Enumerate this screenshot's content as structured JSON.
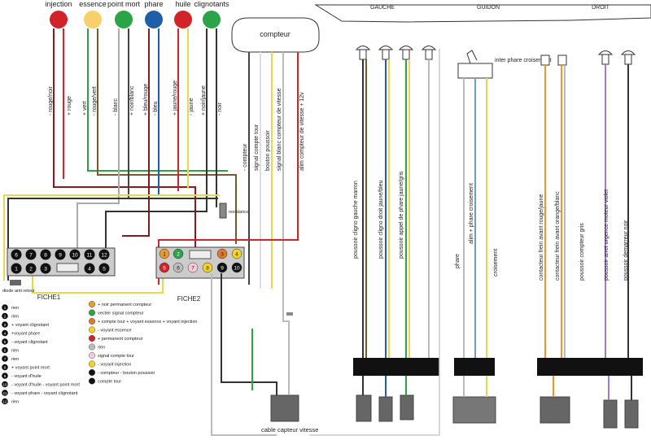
{
  "indicators": [
    {
      "label": "injection",
      "color": "#d2232a"
    },
    {
      "label": "essence",
      "color": "#f7d06b"
    },
    {
      "label": "point mort",
      "color": "#2aa447"
    },
    {
      "label": "phare",
      "color": "#1f5fa8"
    },
    {
      "label": "huile",
      "color": "#d2232a"
    },
    {
      "label": "clignotants",
      "color": "#2aa447"
    }
  ],
  "indicator_wires": [
    "- rouge/noir",
    "+ rouge",
    "+ vert",
    "- rouge/vert",
    "- blanc",
    "+ noir/blanc",
    "+ bleu/rouge",
    "- bleu",
    "+ jaune/rouge",
    "- jaune",
    "+ noir/jaune",
    "- noir"
  ],
  "compteur": {
    "title": "compteur",
    "wires": [
      "- compteur",
      "signal  compte tour",
      "bouton poussoir",
      "signal blanc compteur de vitesse",
      "alim compteur de vitesse + 12v"
    ]
  },
  "resistance_label": "resistance",
  "diode_label": "diode anti retour",
  "fiche1": {
    "label": "FICHE1",
    "top_pins": [
      "6",
      "7",
      "8",
      "9",
      "10",
      "11",
      "12"
    ],
    "bottom_pins": [
      "1",
      "2",
      "3",
      "4",
      "5"
    ]
  },
  "fiche2": {
    "label": "FICHE2",
    "top_pins": [
      "1",
      "2",
      "3",
      "4"
    ],
    "bottom_pins": [
      "5",
      "6",
      "7",
      "8",
      "9",
      "10"
    ]
  },
  "guidon": {
    "left": "GAUCHE",
    "center": "GUIDON",
    "right": "DROIT",
    "switch_label": "inter phare croisement",
    "left_wires": [
      "poussoir cligno gauche marron",
      "poussoir cligno droit  jaune/bleu",
      "poussoir appel de phare  jaune/gris"
    ],
    "center_wires": [
      "phare",
      "alim + phare croisement",
      "croisement"
    ],
    "right_wires": [
      "contacteur frein avant  rouge/jaune",
      "contacteur frein avant  orange/blanc",
      "poussoir compteur gris",
      "poussoir arret urgence moteur violet",
      "poussoir demarreur noir"
    ]
  },
  "cable_label": "cable capteur vitesse",
  "legend1": [
    {
      "num": "1",
      "text": "rien"
    },
    {
      "num": "2",
      "text": "rien"
    },
    {
      "num": "3",
      "text": "+  voyant clignotant"
    },
    {
      "num": "4",
      "text": "+voyant phare"
    },
    {
      "num": "5",
      "text": "- voyant clignotant"
    },
    {
      "num": "6",
      "text": "rien"
    },
    {
      "num": "7",
      "text": "rien"
    },
    {
      "num": "8",
      "text": "+ voyant point mort"
    },
    {
      "num": "9",
      "text": "- voyant d'huile"
    },
    {
      "num": "10",
      "text": "- voyant d'huile    - voyant point mort"
    },
    {
      "num": "11",
      "text": "- voyant phare    - voyant clignotant"
    },
    {
      "num": "12",
      "text": "rien"
    }
  ],
  "legend2": [
    {
      "text": "+ noir permanent compteur"
    },
    {
      "text": "vecteir signal compteur"
    },
    {
      "text": "+ compte tour   + voyant essence  + voyant injection"
    },
    {
      "text": "- voyant essence"
    },
    {
      "text": "+ permanent compteur"
    },
    {
      "text": "rien"
    },
    {
      "text": "signal compte tour"
    },
    {
      "text": "- voyant injection"
    },
    {
      "text": "- compteur -  bouton poussoir"
    },
    {
      "text": "compte tour"
    }
  ]
}
